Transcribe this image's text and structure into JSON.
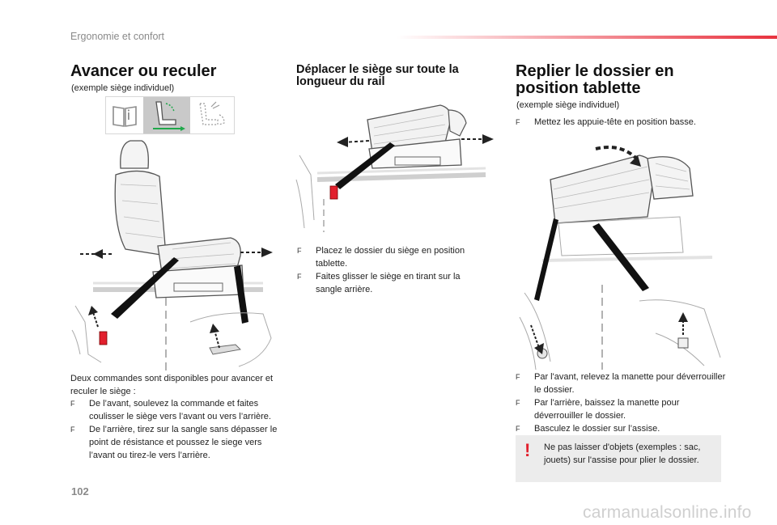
{
  "header": {
    "title": "Ergonomie et confort",
    "page_number": "102"
  },
  "watermark": "carmanualsonline.info",
  "sections": {
    "left": {
      "title": "Avancer ou reculer",
      "caption": "(exemple siège individuel)",
      "intro": "Deux commandes sont disponibles pour avancer et reculer le siège :",
      "items": [
        "De l’avant, soulevez la commande et faites coulisser le siège vers l’avant ou vers l’arrière.",
        "De l’arrière, tirez sur la sangle sans dépasser le point de résistance et poussez le siege vers l’avant ou tirez-le vers l’arrière."
      ]
    },
    "middle": {
      "title": "Déplacer le siège sur toute la longueur du rail",
      "items": [
        "Placez le dossier du siège en position tablette.",
        "Faites glisser le siège en tirant sur la sangle arrière."
      ]
    },
    "right": {
      "title": "Replier le dossier en position tablette",
      "caption": "(exemple siège individuel)",
      "top_items": [
        "Mettez les appuie-tête en position basse."
      ],
      "items": [
        "Par l'avant, relevez la manette pour déverrouiller le dossier.",
        "Par l'arrière, baissez la manette pour déverrouiller le dossier.",
        "Basculez le dossier sur l’assise."
      ],
      "warning_mark": "!",
      "warning": "Ne pas laisser d'objets (exemples : sac, jouets) sur l'assise pour plier le dossier."
    }
  },
  "bullet_glyph": "F",
  "colors": {
    "accent": "#e2202d",
    "header_bar": "#e8323e",
    "warning_bg": "#ececec",
    "icon_highlight": "#c9c9c9",
    "arrow_green": "#1fa84a"
  },
  "icons": [
    "book-icon",
    "seat-slide-icon",
    "seat-adjust-icon"
  ]
}
